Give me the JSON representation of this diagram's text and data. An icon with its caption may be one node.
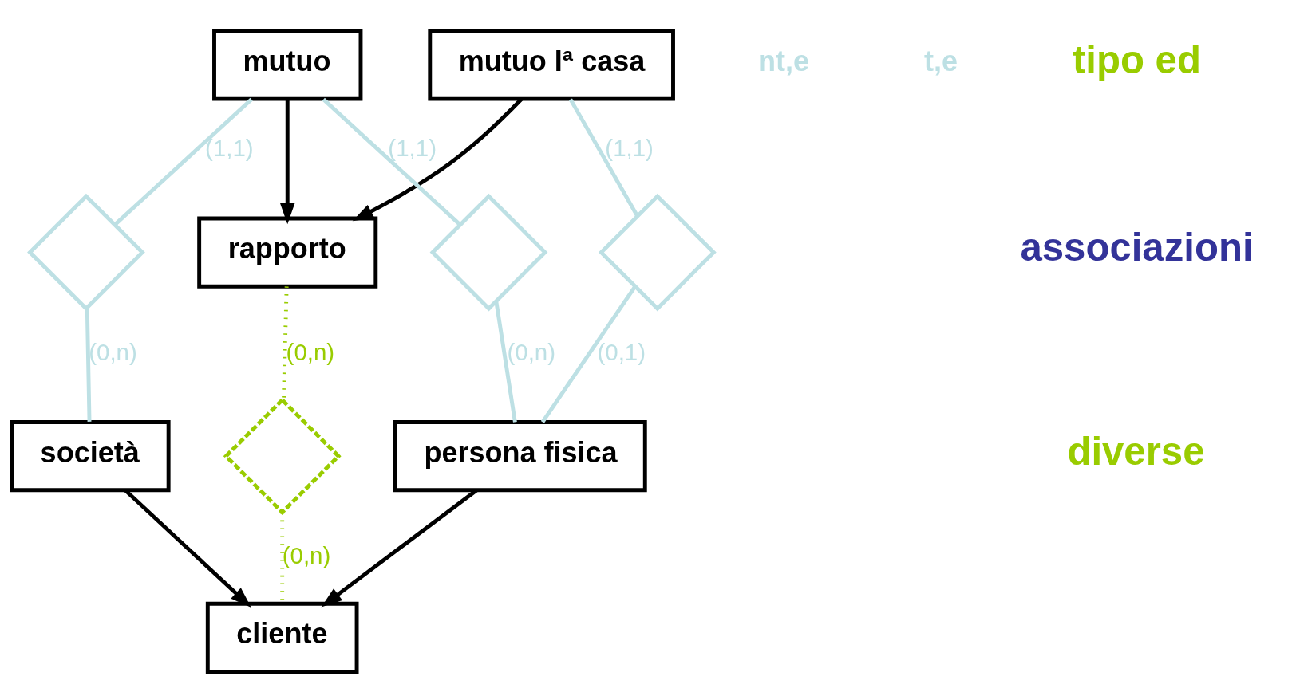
{
  "diagram": {
    "nodes": [
      {
        "text": [
          "rapporto"
        ]
      },
      {
        "text": [
          "mutuo Iª casa"
        ]
      },
      {
        "text": [
          "mutuo"
        ]
      },
      {
        "text": [
          "società"
        ]
      },
      {
        "text": [
          "cliente"
        ]
      },
      {
        "text": [
          "persona fisica"
        ]
      },
      {
        "text": [],
        "shape": "diamond"
      },
      {
        "text": [],
        "shape": "diamond"
      },
      {
        "text": [],
        "shape": "diamond"
      },
      {
        "text": [],
        "shape": "diamond"
      }
    ],
    "edges": [
      {
        "from": 1,
        "to": 0,
        "arrow": "to",
        "color": "#000000"
      },
      {
        "from": 2,
        "to": 0,
        "arrow": "to",
        "color": "#000000"
      },
      {
        "from": 0,
        "to": 7,
        "arrow": "none",
        "label": "(0,n)",
        "style": "dashed",
        "color": "#99cc00"
      },
      {
        "from": 7,
        "to": 4,
        "arrow": "none",
        "label": "(0,n)",
        "style": "dashed",
        "color": "#99cc00"
      },
      {
        "from": 2,
        "to": 6,
        "arrow": "none",
        "label": "(1,1)"
      },
      {
        "from": 6,
        "to": 3,
        "arrow": "none",
        "label": "(0,n)"
      },
      {
        "from": 3,
        "to": 4,
        "arrow": "to",
        "color": "#000000"
      },
      {
        "from": 5,
        "to": 4,
        "arrow": "to",
        "color": "#000000"
      },
      {
        "from": 2,
        "to": 8,
        "arrow": "none",
        "label": "(1,1)"
      },
      {
        "from": 8,
        "to": 5,
        "arrow": "none",
        "label": "(0,n)"
      },
      {
        "from": 1,
        "to": 9,
        "arrow": "none",
        "label": "(1,1)"
      },
      {
        "from": 9,
        "to": 5,
        "arrow": "none",
        "label": "(0,1)"
      }
    ],
    "labels": [
      "nt,e",
      "t,e",
      "tipo ed",
      "associazioni",
      "diverse"
    ]
  }
}
